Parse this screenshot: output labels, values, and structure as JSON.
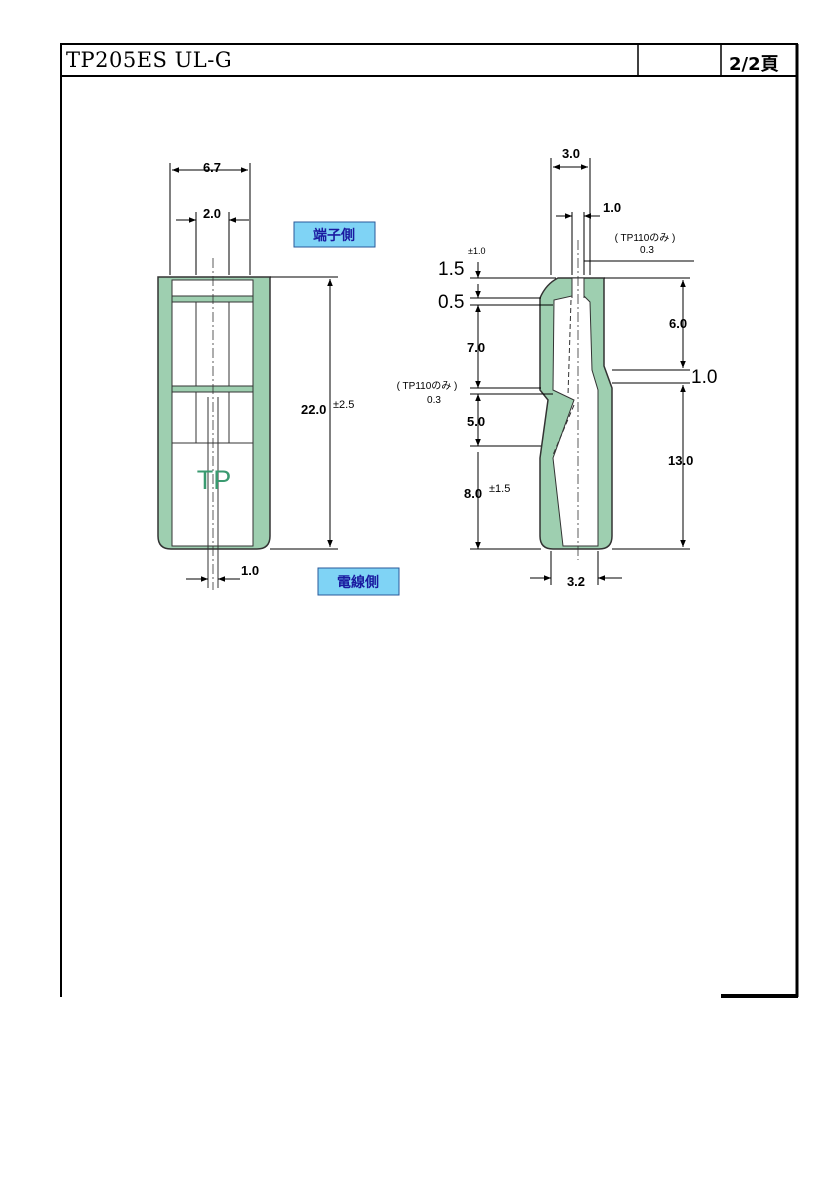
{
  "header": {
    "title": "TP205ES UL-G",
    "page": "2/2頁"
  },
  "front_view": {
    "dim_width": "6.7",
    "dim_slot": "2.0",
    "dim_length": "22.0",
    "dim_length_tol": "±2.5",
    "dim_wire": "1.0",
    "mark": "TP",
    "label_terminal_side": "端子側",
    "label_wire_side": "電線側"
  },
  "side_view": {
    "dim_top_width": "3.0",
    "dim_gap": "1.0",
    "note_gap_line1": "TP110のみ",
    "note_gap_line2": "0.3",
    "dim_1_5": "1.5",
    "dim_1_5_tol": "±1.0",
    "dim_0_5": "0.5",
    "dim_7_0": "7.0",
    "note_mid_line1": "TP110のみ",
    "note_mid_line2": "0.3",
    "dim_5_0": "5.0",
    "dim_8_0": "8.0",
    "dim_8_0_tol": "±1.5",
    "dim_6_0": "6.0",
    "dim_1_0_right": "1.0",
    "dim_13_0": "13.0",
    "dim_bottom_width": "3.2"
  },
  "colors": {
    "part_fill": "#9ecfb0",
    "mark_color": "#3a9a70",
    "label_bg": "#7fd3f5",
    "label_text": "#1a1aa0"
  }
}
